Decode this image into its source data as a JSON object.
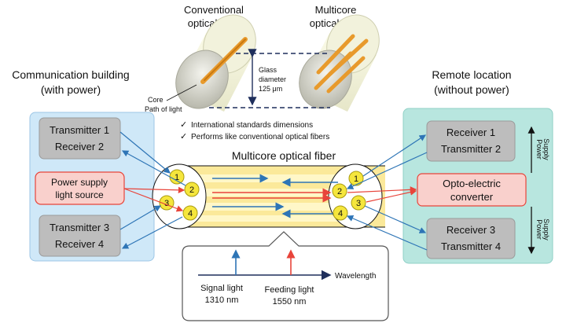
{
  "fiber_top": {
    "conventional_title_1": "Conventional",
    "conventional_title_2": "optical fiber",
    "multicore_title_1": "Multicore",
    "multicore_title_2": "optical fiber",
    "core_label": "Core",
    "path_label": "Path of light",
    "diameter_1": "Glass",
    "diameter_2": "diameter",
    "diameter_3": "125 μm",
    "check_1": "International standards dimensions",
    "check_2": "Performs like conventional optical fibers"
  },
  "left": {
    "title_1": "Communication building",
    "title_2": "(with power)",
    "tx1": "Transmitter 1",
    "rx2": "Receiver 2",
    "power_1": "Power supply",
    "power_2": "light source",
    "tx3": "Transmitter 3",
    "rx4": "Receiver 4"
  },
  "right": {
    "title_1": "Remote location",
    "title_2": "(without power)",
    "rx1": "Receiver 1",
    "tx2": "Transmitter 2",
    "conv_1": "Opto-electric",
    "conv_2": "converter",
    "rx3": "Receiver 3",
    "tx4": "Transmitter 4",
    "supply_1": "Supply",
    "supply_2": "Power"
  },
  "center": {
    "fiber_title": "Multicore optical fiber",
    "core_1": "1",
    "core_2": "2",
    "core_3": "3",
    "core_4": "4"
  },
  "spectrum": {
    "axis_label": "Wavelength",
    "signal_1": "Signal light",
    "signal_2": "1310 nm",
    "feeding_1": "Feeding light",
    "feeding_2": "1550 nm"
  },
  "colors": {
    "left_panel": "#cfe8f8",
    "right_panel": "#b8e6df",
    "gray_box": "#bdbdbd",
    "pink_box": "#f9d0cc",
    "signal_arrow": "#2e75b6",
    "feed_arrow": "#e8443a",
    "core_yellow": "#f5e63c",
    "fiber_yellow": "#fbe99a"
  }
}
